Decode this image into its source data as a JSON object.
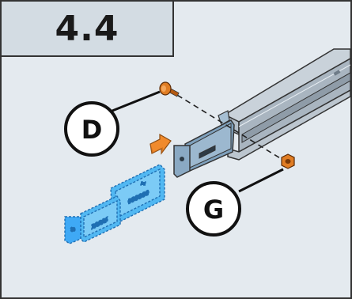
{
  "step": {
    "number": "4.4"
  },
  "callouts": [
    {
      "id": "D",
      "label": "D"
    },
    {
      "id": "G",
      "label": "G"
    }
  ],
  "colors": {
    "background": "#e4eaef",
    "step_box": "#d3dce3",
    "rail": "#a9b5c0",
    "bracket": "#3fa9f5",
    "arrow": "#f08a2c",
    "screw": "#d2701f"
  },
  "icons": [
    "screw-icon",
    "nut-icon",
    "direction-arrow-icon"
  ]
}
